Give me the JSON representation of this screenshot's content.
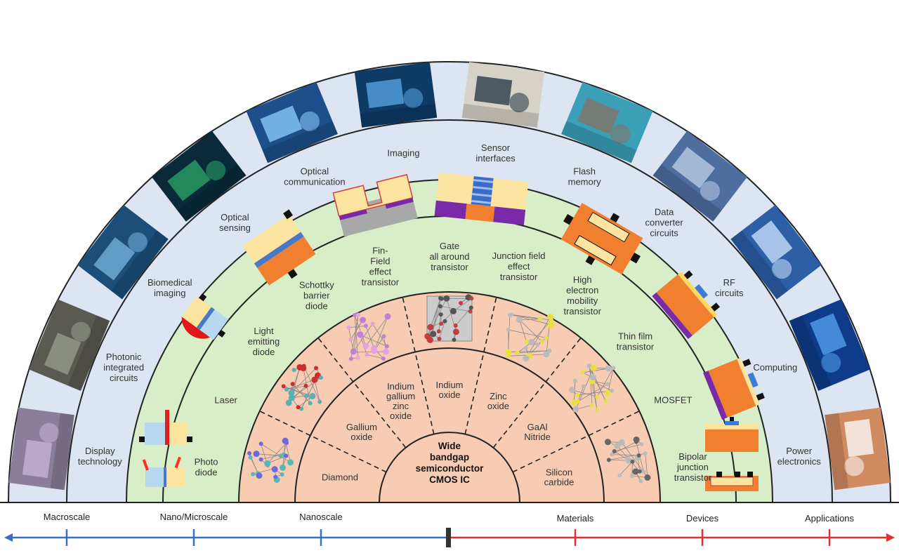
{
  "center": [
    "Wide",
    "bandgap",
    "semiconductor",
    "CMOS IC"
  ],
  "materials": [
    [
      "Diamond"
    ],
    [
      "Gallium",
      "oxide"
    ],
    [
      "Indium",
      "gallium",
      "zinc",
      "oxide"
    ],
    [
      "Indium",
      "oxide"
    ],
    [
      "Zinc",
      "oxide"
    ],
    [
      "GaAl",
      "Nitride"
    ],
    [
      "Silicon",
      "carbide"
    ]
  ],
  "devices": [
    [
      "Photo",
      "diode"
    ],
    [
      "Laser"
    ],
    [
      "Light",
      "emitting",
      "diode"
    ],
    [
      "Schottky",
      "barrier",
      "diode"
    ],
    [
      "Fin-",
      "Field",
      "effect",
      "transistor"
    ],
    [
      "Gate",
      "all around",
      "transistor"
    ],
    [
      "Junction field",
      "effect",
      "transistor"
    ],
    [
      "High",
      "electron",
      "mobility",
      "transistor"
    ],
    [
      "Thin film",
      "transistor"
    ],
    [
      "MOSFET"
    ],
    [
      "Bipolar",
      "junction",
      "transistor"
    ]
  ],
  "applications": [
    [
      "Display",
      "technology"
    ],
    [
      "Photonic",
      "integrated",
      "circuits"
    ],
    [
      "Biomedical",
      "imaging"
    ],
    [
      "Optical",
      "sensing"
    ],
    [
      "Optical",
      "communication"
    ],
    [
      "Imaging"
    ],
    [
      "Sensor",
      "interfaces"
    ],
    [
      "Flash",
      "memory"
    ],
    [
      "Data",
      "converter",
      "circuits"
    ],
    [
      "RF",
      "circuits"
    ],
    [
      "Computing"
    ],
    [
      "Power",
      "electronics"
    ]
  ],
  "scale": {
    "left": [
      "Macroscale",
      "Nano/Microscale",
      "Nanoscale"
    ],
    "right": [
      "Materials",
      "Devices",
      "Applications"
    ]
  },
  "colors": {
    "outer_ring": "#dce5f1",
    "device_ring": "#d8eec8",
    "material_ring": "#f8ccb2",
    "axis_left": "#3a6fc4",
    "axis_right": "#e03030",
    "axis_center": "#333333"
  },
  "icons": [
    "photo-thumbnail",
    "device-cross-section-icon",
    "crystal-lattice-icon"
  ]
}
